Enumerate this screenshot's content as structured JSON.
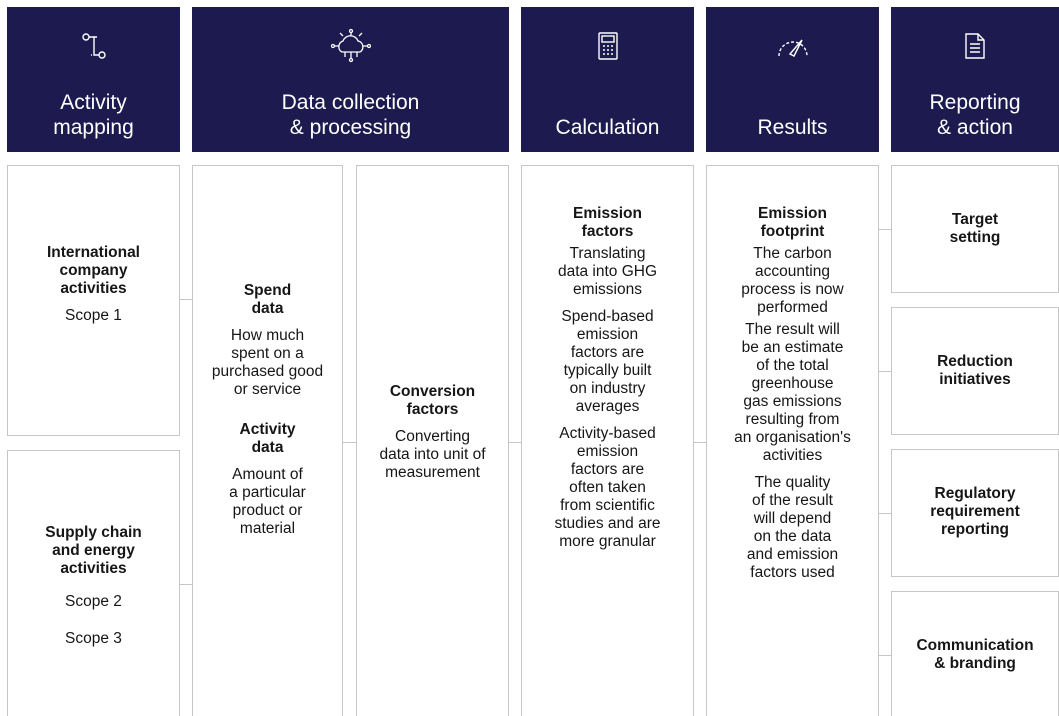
{
  "headers": {
    "activity": {
      "icon": "route-icon",
      "line1": "Activity",
      "line2": "mapping"
    },
    "data": {
      "icon": "cloud-network-icon",
      "line1": "Data collection",
      "line2": "& processing"
    },
    "calc": {
      "icon": "calculator-icon",
      "line1": "Calculation"
    },
    "results": {
      "icon": "gauge-icon",
      "line1": "Results"
    },
    "reporting": {
      "icon": "document-icon",
      "line1": "Reporting",
      "line2": "& action"
    }
  },
  "activity": {
    "international": {
      "t1": "International",
      "t2": "company",
      "t3": "activities",
      "scope": "Scope 1"
    },
    "supply": {
      "t1": "Supply chain",
      "t2": "and energy",
      "t3": "activities",
      "scope2": "Scope 2",
      "scope3": "Scope 3"
    }
  },
  "spend": {
    "t1": "Spend",
    "t2": "data",
    "d1": "How much",
    "d2": "spent on a",
    "d3": "purchased good",
    "d4": "or service",
    "a1": "Activity",
    "a2": "data",
    "e1": "Amount of",
    "e2": "a particular",
    "e3": "product or",
    "e4": "material"
  },
  "conversion": {
    "t1": "Conversion",
    "t2": "factors",
    "d1": "Converting",
    "d2": "data into unit of",
    "d3": "measurement"
  },
  "emission_factors": {
    "t1": "Emission",
    "t2": "factors",
    "p1": [
      "Translating",
      "data into GHG",
      "emissions"
    ],
    "p2": [
      "Spend-based",
      "emission",
      "factors are",
      "typically built",
      "on industry",
      "averages"
    ],
    "p3": [
      "Activity-based",
      "emission",
      "factors are",
      "often taken",
      "from scientific",
      "studies and are",
      "more granular"
    ]
  },
  "footprint": {
    "t1": "Emission",
    "t2": "footprint",
    "p1": [
      "The carbon",
      "accounting",
      "process is now",
      "performed"
    ],
    "p2": [
      "The result will",
      "be an estimate",
      "of the total",
      "greenhouse",
      "gas emissions",
      "resulting from",
      "an organisation's",
      "activities"
    ],
    "p3": [
      "The quality",
      "of the result",
      "will depend",
      "on the data",
      "and emission",
      "factors used"
    ]
  },
  "reporting": {
    "target": {
      "t1": "Target",
      "t2": "setting"
    },
    "reduction": {
      "t1": "Reduction",
      "t2": "initiatives"
    },
    "regulatory": {
      "t1": "Regulatory",
      "t2": "requirement",
      "t3": "reporting"
    },
    "communication": {
      "t1": "Communication",
      "t2": "& branding"
    }
  },
  "colors": {
    "header_bg": "#1c1a4e",
    "border": "#c6c6c6",
    "text": "#161616"
  }
}
